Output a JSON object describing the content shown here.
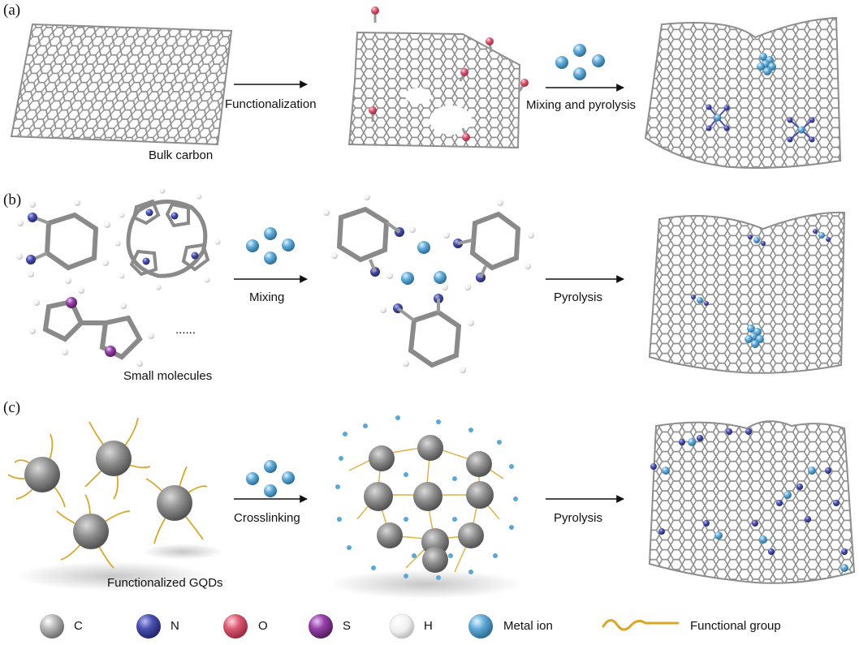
{
  "panels": [
    "(a)",
    "(b)",
    "(c)"
  ],
  "row_a": {
    "caption": "Bulk carbon",
    "arrow1_label": "Functionalization",
    "arrow2_label": "Mixing and pyrolysis"
  },
  "row_b": {
    "caption": "Small molecules",
    "ellipsis": "......",
    "arrow1_label": "Mixing",
    "arrow2_label": "Pyrolysis"
  },
  "row_c": {
    "caption": "Functionalized GQDs",
    "arrow1_label": "Crosslinking",
    "arrow2_label": "Pyrolysis"
  },
  "legend": [
    {
      "label": "C",
      "color": "#9a9a9a",
      "icon": "carbon-atom-icon"
    },
    {
      "label": "N",
      "color": "#3a3f9a",
      "icon": "nitrogen-atom-icon"
    },
    {
      "label": "O",
      "color": "#d9566d",
      "icon": "oxygen-atom-icon"
    },
    {
      "label": "S",
      "color": "#8a3a9a",
      "icon": "sulfur-atom-icon"
    },
    {
      "label": "H",
      "color": "#eeeeee",
      "icon": "hydrogen-atom-icon"
    },
    {
      "label": "Metal ion",
      "color": "#5aa8d8",
      "icon": "metal-ion-icon"
    },
    {
      "label": "Functional group",
      "color": "#d9a62a",
      "icon": "functional-group-icon"
    }
  ]
}
